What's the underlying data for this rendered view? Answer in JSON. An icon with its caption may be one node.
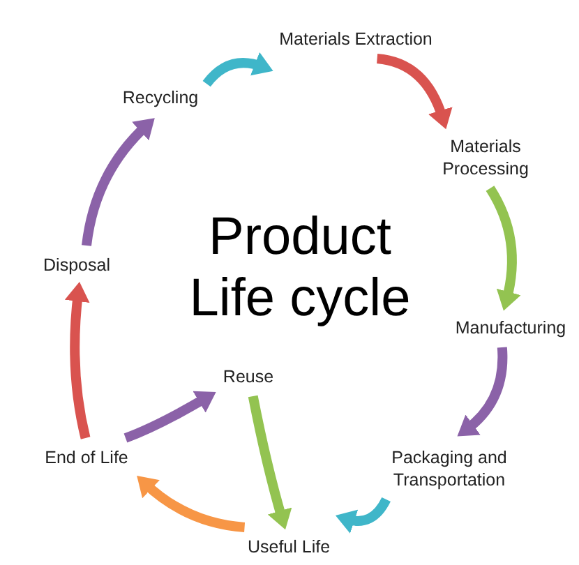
{
  "diagram": {
    "title": "Product Life cycle",
    "nodes": [
      {
        "text": [
          "Materials Extraction"
        ]
      },
      {
        "text": [
          "Materials Processing"
        ]
      },
      {
        "text": [
          "Manufacturing"
        ]
      },
      {
        "text": [
          "Packaging and Transportation"
        ]
      },
      {
        "text": [
          "Useful Life"
        ]
      },
      {
        "text": [
          "End of Life"
        ]
      },
      {
        "text": [
          "Disposal"
        ]
      },
      {
        "text": [
          "Recycling"
        ]
      },
      {
        "text": [
          "Reuse"
        ]
      }
    ],
    "edges": [
      {
        "from": 0,
        "to": 1,
        "arrow": "to",
        "color": "#d9534f"
      },
      {
        "from": 1,
        "to": 2,
        "arrow": "to",
        "color": "#93c351"
      },
      {
        "from": 2,
        "to": 3,
        "arrow": "to",
        "color": "#8b62a8"
      },
      {
        "from": 3,
        "to": 4,
        "arrow": "to",
        "color": "#3fb6c9"
      },
      {
        "from": 4,
        "to": 5,
        "arrow": "to",
        "color": "#f79646"
      },
      {
        "from": 5,
        "to": 6,
        "arrow": "to",
        "color": "#d9534f"
      },
      {
        "from": 6,
        "to": 7,
        "arrow": "to",
        "color": "#8b62a8"
      },
      {
        "from": 7,
        "to": 0,
        "arrow": "to",
        "color": "#3fb6c9"
      },
      {
        "from": 5,
        "to": 8,
        "arrow": "to",
        "color": "#8b62a8"
      },
      {
        "from": 8,
        "to": 4,
        "arrow": "to",
        "color": "#93c351"
      }
    ]
  }
}
